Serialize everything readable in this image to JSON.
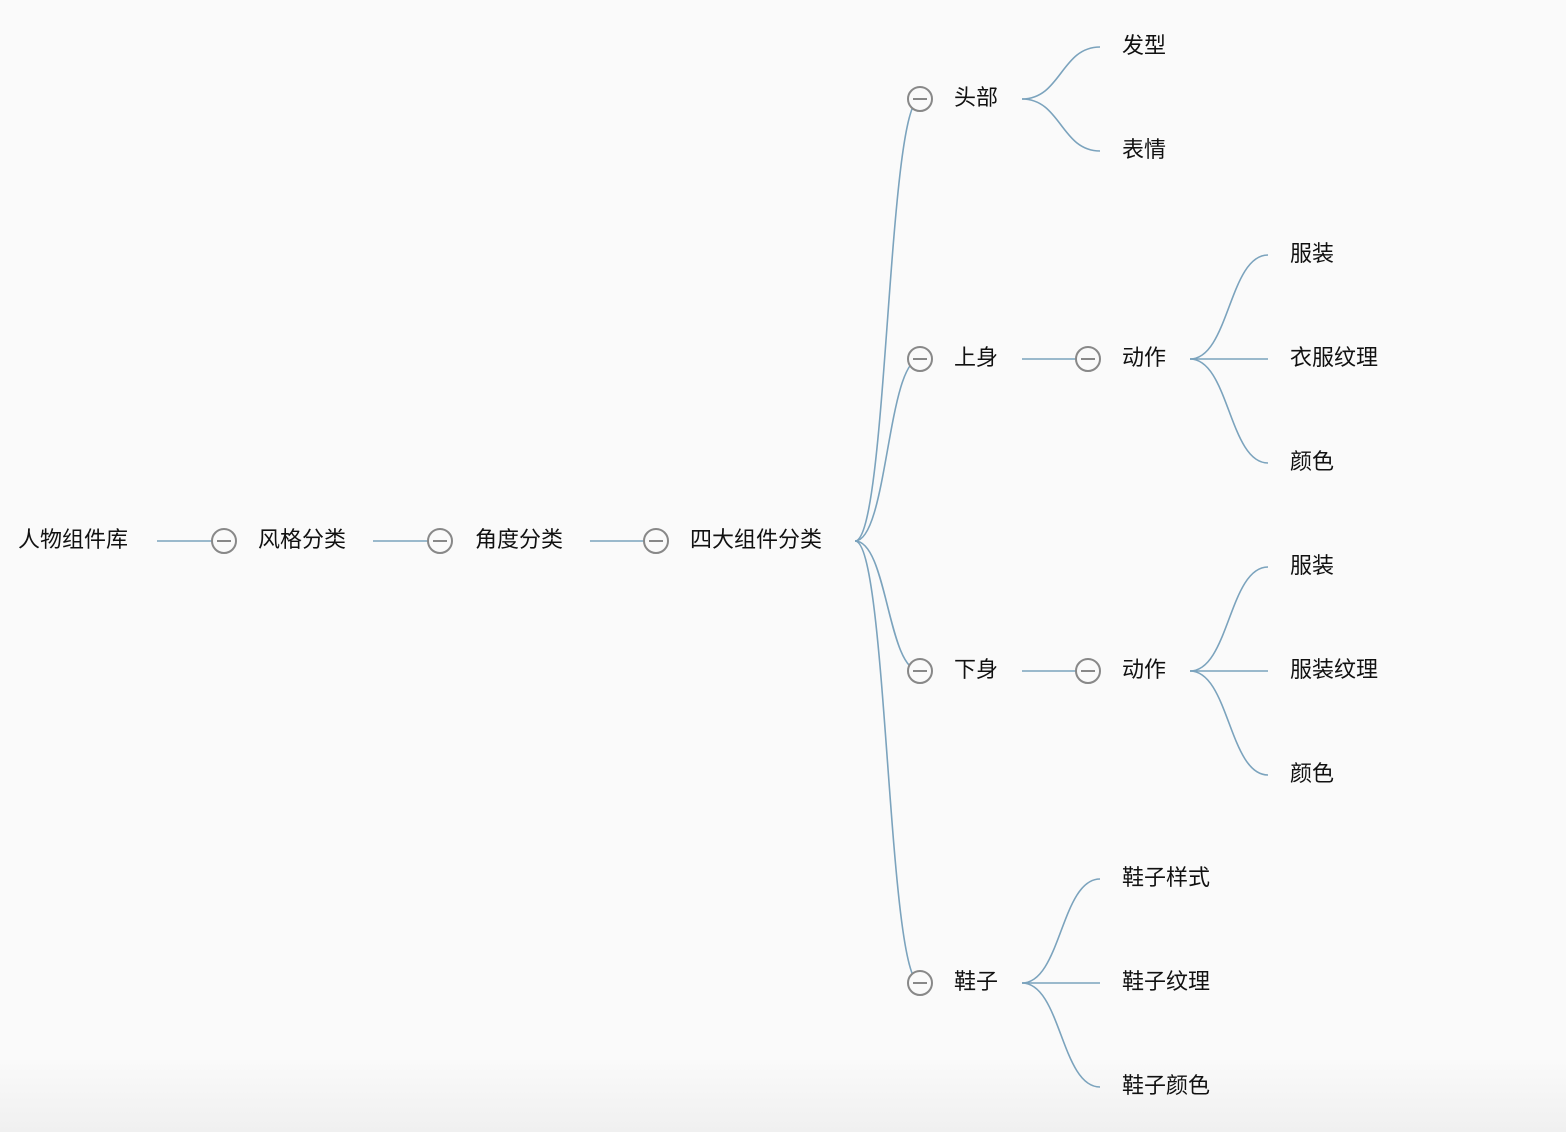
{
  "mindmap": {
    "root": "人物组件库",
    "level1": "风格分类",
    "level2": "角度分类",
    "level3": "四大组件分类",
    "branches": [
      {
        "label": "头部",
        "children": [
          "发型",
          "表情"
        ]
      },
      {
        "label": "上身",
        "sub": "动作",
        "children": [
          "服装",
          "衣服纹理",
          "颜色"
        ]
      },
      {
        "label": "下身",
        "sub": "动作",
        "children": [
          "服装",
          "服装纹理",
          "颜色"
        ]
      },
      {
        "label": "鞋子",
        "children": [
          "鞋子样式",
          "鞋子纹理",
          "鞋子颜色"
        ]
      }
    ]
  },
  "colors": {
    "link": "#7ba3bd",
    "toggle": "#888888"
  }
}
